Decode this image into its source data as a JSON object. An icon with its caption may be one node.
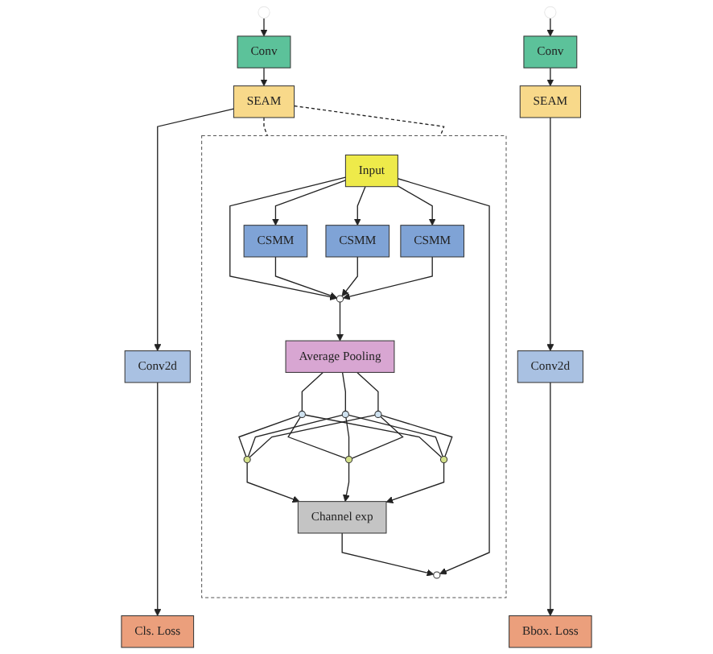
{
  "diagram": {
    "nodes": [
      {
        "text": [
          "Conv"
        ]
      },
      {
        "text": [
          "Conv"
        ]
      },
      {
        "text": [
          "SEAM"
        ]
      },
      {
        "text": [
          "SEAM"
        ]
      },
      {
        "text": [
          "Conv2d"
        ]
      },
      {
        "text": [
          "Conv2d"
        ]
      },
      {
        "text": [
          "Bbox. Loss"
        ]
      },
      {
        "text": [
          "Cls. Loss"
        ]
      },
      {
        "text": [],
        "shape": "box"
      },
      {
        "text": [
          "Input"
        ],
        "in": 8
      },
      {
        "text": [
          "CSMM"
        ],
        "in": 8
      },
      {
        "text": [
          "CSMM"
        ],
        "in": 8
      },
      {
        "text": [
          "CSMM"
        ],
        "in": 8
      },
      {
        "text": [],
        "shape": "circle",
        "in": 8
      },
      {
        "text": [
          "Average Pooling"
        ],
        "in": 8
      },
      {
        "text": [],
        "shape": "circle",
        "in": 8
      },
      {
        "text": [],
        "shape": "circle",
        "in": 8
      },
      {
        "text": [],
        "shape": "circle",
        "in": 8
      },
      {
        "text": [],
        "shape": "circle",
        "in": 8
      },
      {
        "text": [],
        "shape": "circle",
        "in": 8
      },
      {
        "text": [],
        "shape": "circle",
        "in": 8
      },
      {
        "text": [
          "Channel exp"
        ],
        "in": 8
      },
      {
        "text": [],
        "shape": "circle",
        "in": 8
      }
    ],
    "edges": [
      {
        "from": null,
        "to": 0,
        "arrow": "to"
      },
      {
        "from": null,
        "to": 1,
        "arrow": "to"
      },
      {
        "from": 0,
        "to": 2,
        "arrow": "to"
      },
      {
        "from": 1,
        "to": 3,
        "arrow": "to"
      },
      {
        "from": 2,
        "to": 4,
        "arrow": "to"
      },
      {
        "from": 3,
        "to": 5,
        "arrow": "to"
      },
      {
        "from": 4,
        "to": 6,
        "arrow": "to"
      },
      {
        "from": 5,
        "to": 7,
        "arrow": "to"
      },
      {
        "from": 3,
        "to": 8,
        "arrow": "none",
        "style": "dashed"
      },
      {
        "from": 3,
        "to": 8,
        "arrow": "none",
        "style": "dashed"
      },
      {
        "from": 9,
        "to": 10,
        "arrow": "to"
      },
      {
        "from": 9,
        "to": 11,
        "arrow": "to"
      },
      {
        "from": 9,
        "to": 12,
        "arrow": "to"
      },
      {
        "from": 9,
        "to": 13,
        "arrow": "to"
      },
      {
        "from": 10,
        "to": 13,
        "arrow": "to"
      },
      {
        "from": 11,
        "to": 13,
        "arrow": "to"
      },
      {
        "from": 12,
        "to": 13,
        "arrow": "to"
      },
      {
        "from": 13,
        "to": 14,
        "arrow": "to"
      },
      {
        "from": 14,
        "to": 15,
        "arrow": "none"
      },
      {
        "from": 14,
        "to": 16,
        "arrow": "none"
      },
      {
        "from": 14,
        "to": 17,
        "arrow": "none"
      },
      {
        "from": 15,
        "to": 18,
        "arrow": "none"
      },
      {
        "from": 15,
        "to": 19,
        "arrow": "none"
      },
      {
        "from": 15,
        "to": 20,
        "arrow": "none"
      },
      {
        "from": 16,
        "to": 18,
        "arrow": "none"
      },
      {
        "from": 16,
        "to": 19,
        "arrow": "none"
      },
      {
        "from": 16,
        "to": 20,
        "arrow": "none"
      },
      {
        "from": 17,
        "to": 18,
        "arrow": "none"
      },
      {
        "from": 17,
        "to": 19,
        "arrow": "none"
      },
      {
        "from": 17,
        "to": 20,
        "arrow": "none"
      },
      {
        "from": 18,
        "to": 21,
        "arrow": "to"
      },
      {
        "from": 19,
        "to": 21,
        "arrow": "to"
      },
      {
        "from": 20,
        "to": 21,
        "arrow": "to"
      },
      {
        "from": 21,
        "to": 22,
        "arrow": "to"
      },
      {
        "from": 9,
        "to": 22,
        "arrow": "to"
      }
    ]
  }
}
